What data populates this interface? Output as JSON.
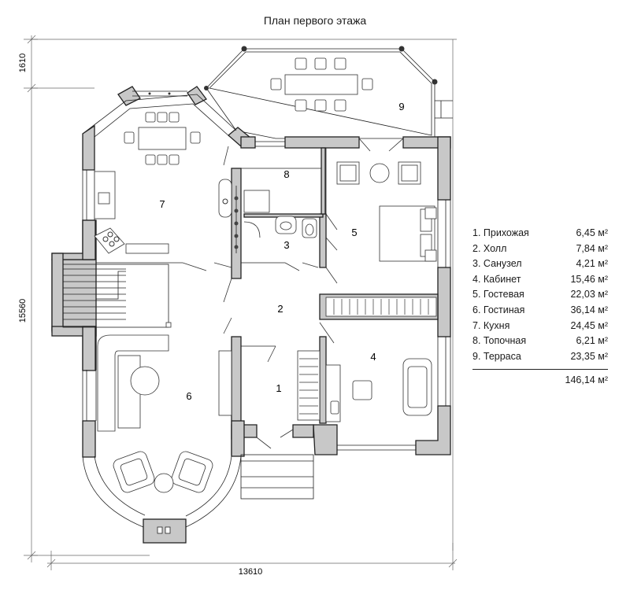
{
  "title": "План первого этажа",
  "dimensions": {
    "width": "13610",
    "height": "15560",
    "terrace_depth": "1610"
  },
  "rooms": [
    {
      "num": "1",
      "name": "Прихожая",
      "area": "6,45 м²"
    },
    {
      "num": "2",
      "name": "Холл",
      "area": "7,84 м²"
    },
    {
      "num": "3",
      "name": "Санузел",
      "area": "4,21 м²"
    },
    {
      "num": "4",
      "name": "Кабинет",
      "area": "15,46 м²"
    },
    {
      "num": "5",
      "name": "Гостевая",
      "area": "22,03 м²"
    },
    {
      "num": "6",
      "name": "Гостиная",
      "area": "36,14 м²"
    },
    {
      "num": "7",
      "name": "Кухня",
      "area": "24,45 м²"
    },
    {
      "num": "8",
      "name": "Топочная",
      "area": "6,21 м²"
    },
    {
      "num": "9",
      "name": "Терраса",
      "area": "23,35 м²"
    }
  ],
  "legend_rows": [
    "1. Прихожая",
    "2. Холл",
    "3. Санузел",
    "4. Кабинет",
    "5. Гостевая",
    "6. Гостиная",
    "7. Кухня",
    "8. Топочная",
    "9. Терраса"
  ],
  "total_area": "146,14 м²",
  "colors": {
    "wall": "#c8c8c8",
    "line": "#222222",
    "dimension": "#555555"
  }
}
